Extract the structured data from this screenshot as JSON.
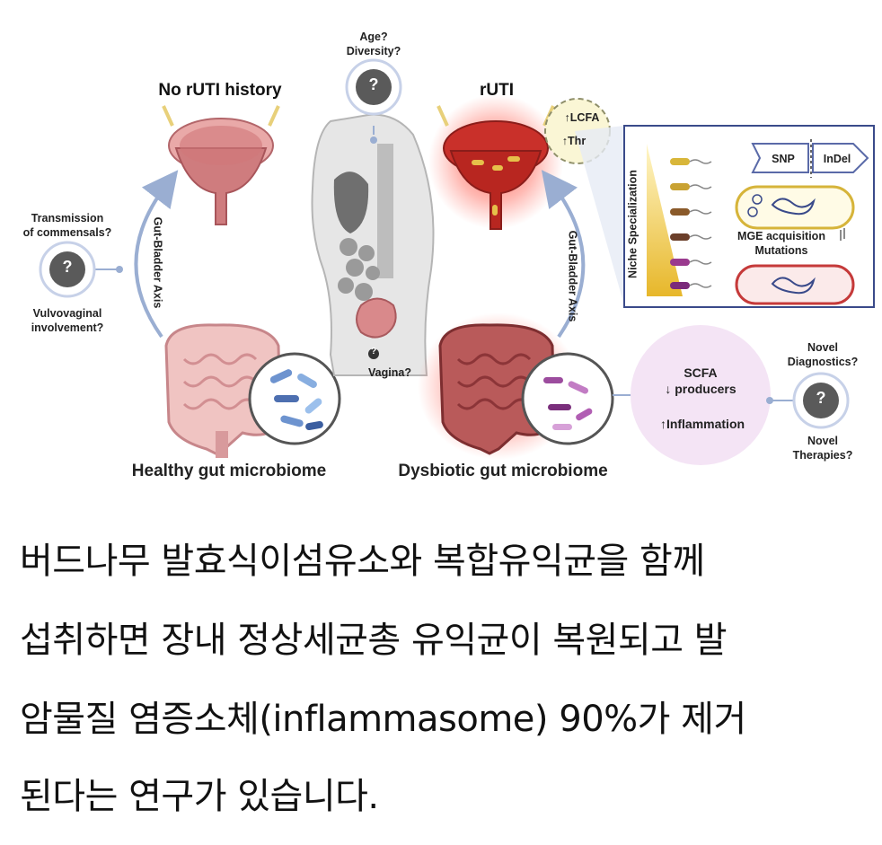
{
  "figure": {
    "title_left": "No rUTI history",
    "title_right": "rUTI",
    "q_top": [
      "Age?",
      "Diversity?"
    ],
    "q_left_top": [
      "Transmission",
      "of commensals?"
    ],
    "q_left_bottom": [
      "Vulvovaginal",
      "involvement?"
    ],
    "axis_left": "Gut-Bladder Axis",
    "axis_right": "Gut-Bladder Axis",
    "vagina": "Vagina?",
    "lcfa": "LCFA",
    "thr": "Thr",
    "niche": "Niche Specialization",
    "snp": "SNP",
    "indel": "InDel",
    "mge": [
      "MGE acquisition",
      "Mutations"
    ],
    "scfa": [
      "SCFA",
      "producers"
    ],
    "inflammation": "Inflammation",
    "novel_diag": [
      "Novel",
      "Diagnostics?"
    ],
    "novel_ther": [
      "Novel",
      "Therapies?"
    ],
    "healthy": "Healthy gut microbiome",
    "dysbiotic": "Dysbiotic gut microbiome",
    "question_mark": "?"
  },
  "caption": [
    "버드나무 발효식이섬유소와 복합유익균을 함께",
    "섭취하면 장내 정상세균총 유익균이 복원되고 발",
    "암물질 염증소체(inflammasome) 90%가 제거",
    "된다는 연구가 있습니다."
  ],
  "colors": {
    "healthy_pink": "#e9a9a8",
    "inflamed_red": "#d2322b",
    "pale_purple": "#f4e4f5",
    "probe_circle": "#5a5a5a",
    "arrow_blue": "#9aaed2"
  }
}
